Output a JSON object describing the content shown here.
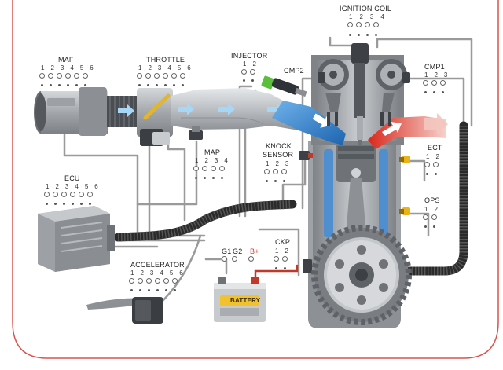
{
  "diagram": {
    "components": {
      "ignition_coil": {
        "label": "IGNITION COIL",
        "pins": [
          "1",
          "2",
          "3",
          "4"
        ]
      },
      "maf": {
        "label": "MAF",
        "pins": [
          "1",
          "2",
          "3",
          "4",
          "5",
          "6"
        ]
      },
      "throttle": {
        "label": "THROTTLE",
        "pins": [
          "1",
          "2",
          "3",
          "4",
          "5",
          "6"
        ]
      },
      "injector": {
        "label": "INJECTOR",
        "pins": [
          "1",
          "2"
        ]
      },
      "cmp2": {
        "label": "CMP2"
      },
      "cmp1": {
        "label": "CMP1",
        "pins": [
          "1",
          "2",
          "3"
        ]
      },
      "map": {
        "label": "MAP",
        "pins": [
          "1",
          "2",
          "3",
          "4"
        ]
      },
      "knock_sensor": {
        "label_line1": "KNOCK",
        "label_line2": "SENSOR",
        "pins": [
          "1",
          "2",
          "3"
        ]
      },
      "ect": {
        "label": "ECT",
        "pins": [
          "1",
          "2"
        ]
      },
      "ecu": {
        "label": "ECU",
        "pins": [
          "1",
          "2",
          "3",
          "4",
          "5",
          "6"
        ]
      },
      "ops": {
        "label": "OPS",
        "pins": [
          "1",
          "2"
        ]
      },
      "accelerator": {
        "label": "ACCELERATOR",
        "pins": [
          "1",
          "2",
          "3",
          "4",
          "5",
          "6"
        ]
      },
      "battery_terminals": {
        "g1": "G1",
        "g2": "G2",
        "bplus": "B+"
      },
      "ckp": {
        "label": "CKP",
        "pins": [
          "1",
          "2"
        ]
      },
      "battery": {
        "label": "BATTERY"
      }
    },
    "colors": {
      "frame_border": "#d9534f",
      "intake_blue": "#3a8fd6",
      "exhaust_red": "#e03a2a",
      "coolant_blue": "#4f8fd0",
      "metal": "#a9adb2",
      "dark_metal": "#6f7378",
      "hose": "#2c2c2c",
      "wire": "#9a9a9a",
      "injector_green": "#5cbf3b",
      "sensor_yellow": "#e7b21a",
      "battery_label": "#f2c12e"
    }
  }
}
